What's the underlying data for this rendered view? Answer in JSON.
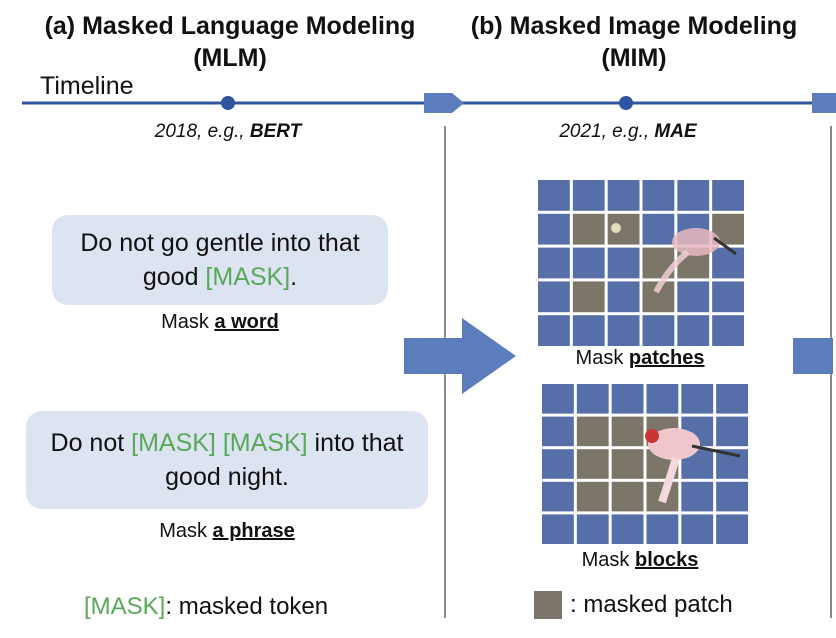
{
  "panel_a": {
    "title_line1": "(a) Masked Language Modeling",
    "title_line2": "(MLM)",
    "year_text": "2018, e.g., ",
    "year_model": "BERT",
    "example1": {
      "line1": "Do not go gentle into that",
      "line2_plain": "good ",
      "line2_mask": "[MASK]",
      "line2_end": ".",
      "caption_plain": "Mask ",
      "caption_emph": "a word"
    },
    "example2": {
      "line1_plain1": "Do not ",
      "line1_mask1": "[MASK]",
      "line1_space": " ",
      "line1_mask2": "[MASK]",
      "line1_end": " into that",
      "line2": "good night.",
      "caption_plain": "Mask ",
      "caption_emph": "a phrase"
    },
    "legend_mask": "[MASK]",
    "legend_text": ": masked token"
  },
  "panel_b": {
    "title_line1": "(b) Masked Image Modeling",
    "title_line2": "(MIM)",
    "year_text": "2021, e.g., ",
    "year_model": "MAE",
    "grid1": {
      "rows": 5,
      "cols": 6,
      "masked": [
        [
          1,
          1
        ],
        [
          1,
          2
        ],
        [
          2,
          3
        ],
        [
          3,
          1
        ],
        [
          3,
          3
        ],
        [
          1,
          5
        ],
        [
          2,
          4
        ]
      ],
      "caption_plain": "Mask ",
      "caption_emph": "patches"
    },
    "grid2": {
      "rows": 5,
      "cols": 6,
      "masked": [
        [
          1,
          1
        ],
        [
          1,
          2
        ],
        [
          1,
          3
        ],
        [
          2,
          1
        ],
        [
          2,
          2
        ],
        [
          2,
          3
        ],
        [
          3,
          1
        ],
        [
          3,
          2
        ],
        [
          3,
          3
        ]
      ],
      "caption_plain": "Mask ",
      "caption_emph": "blocks"
    },
    "legend_text": ": masked patch"
  },
  "timeline": {
    "label": "Timeline"
  },
  "colors": {
    "timeline": "#2f54a0",
    "arrow": "#5b7dbd",
    "patch": "#566fa8",
    "masked_patch": "#7b7667",
    "mask_text": "#5aa85a",
    "bubble": "#dce3f1"
  }
}
